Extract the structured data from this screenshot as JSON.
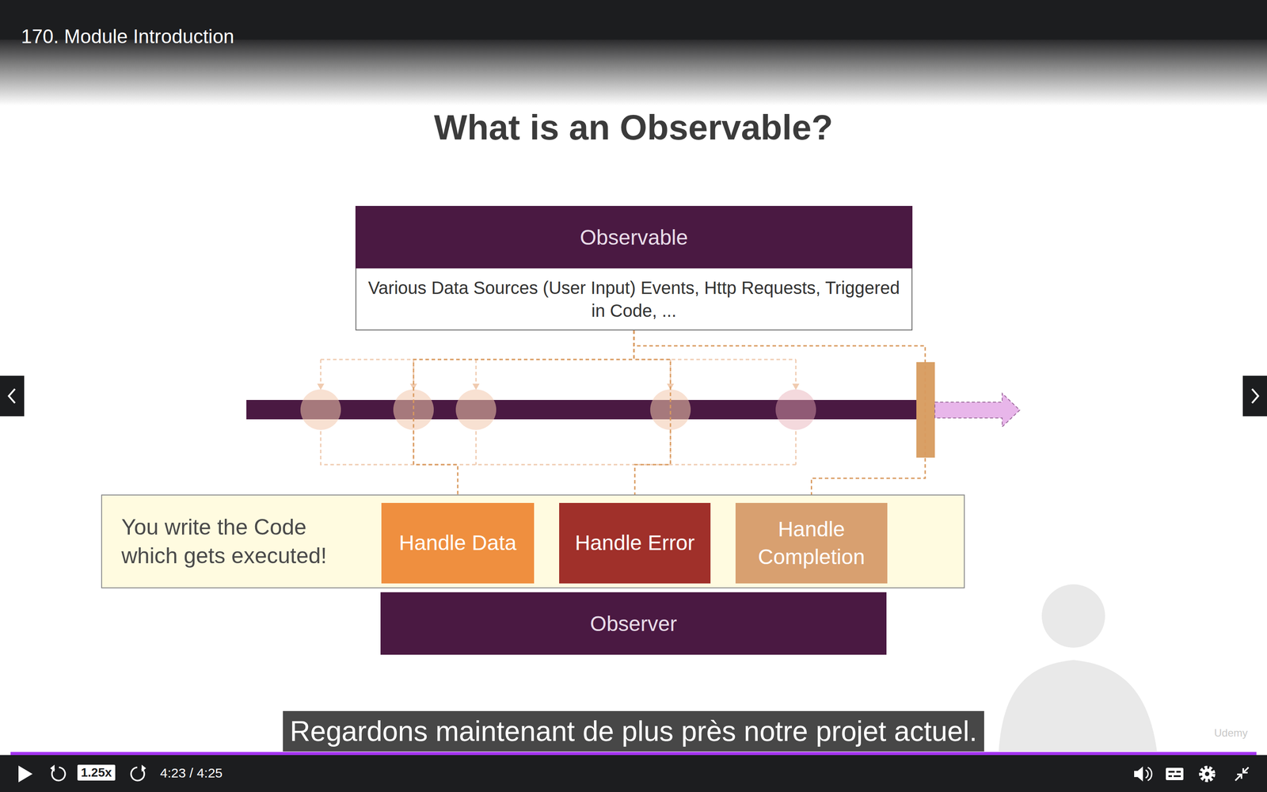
{
  "diagram": {
    "title": "What is an Observable?",
    "nodes": [
      {
        "text": [
          "Observable",
          "Various Data Sources (User Input) Events, Http Requests, Triggered in Code, ..."
        ]
      },
      {
        "text": [
          "You write the Code which gets executed!"
        ]
      },
      {
        "text": [
          "Handle Data"
        ],
        "in": 1
      },
      {
        "text": [
          "Handle Error"
        ],
        "in": 1
      },
      {
        "text": [
          "Handle Completion"
        ],
        "in": 1
      },
      {
        "text": [
          "Observer"
        ]
      }
    ],
    "edges": [
      {
        "from": 0,
        "to": 2,
        "arrow": "to"
      },
      {
        "from": 0,
        "to": 3,
        "arrow": "to"
      },
      {
        "from": 0,
        "to": 4,
        "arrow": "to"
      }
    ],
    "labels": [
      "170. Module Introduction",
      "Regardons maintenant de plus près notre projet actuel.",
      "1.25x",
      "4:23 / 4:25",
      "Udemy"
    ]
  }
}
